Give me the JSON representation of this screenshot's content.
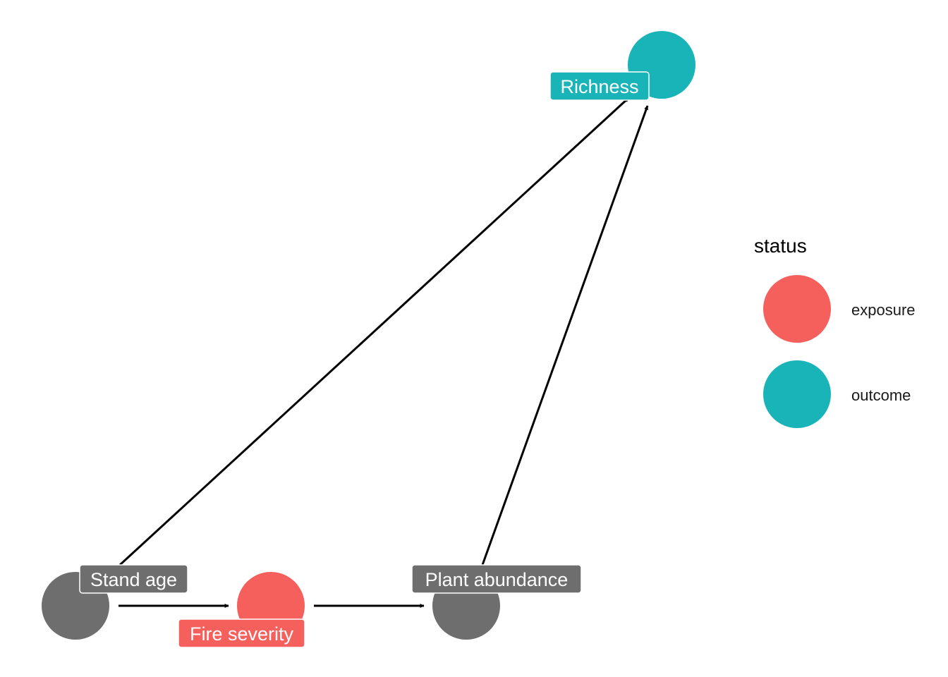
{
  "colors": {
    "exposure": "#F55F5C",
    "outcome": "#19B4B8",
    "other": "#6E6E6E",
    "edge": "#000000"
  },
  "nodes": [
    {
      "id": "stand_age",
      "label": "Stand age",
      "status": "other"
    },
    {
      "id": "fire_severity",
      "label": "Fire severity",
      "status": "exposure"
    },
    {
      "id": "plant_abundance",
      "label": "Plant abundance",
      "status": "other"
    },
    {
      "id": "richness",
      "label": "Richness",
      "status": "outcome"
    }
  ],
  "edges": [
    {
      "from": "stand_age",
      "to": "fire_severity"
    },
    {
      "from": "fire_severity",
      "to": "plant_abundance"
    },
    {
      "from": "stand_age",
      "to": "richness"
    },
    {
      "from": "plant_abundance",
      "to": "richness"
    }
  ],
  "legend": {
    "title": "status",
    "items": [
      {
        "label": "exposure",
        "status": "exposure"
      },
      {
        "label": "outcome",
        "status": "outcome"
      }
    ]
  }
}
